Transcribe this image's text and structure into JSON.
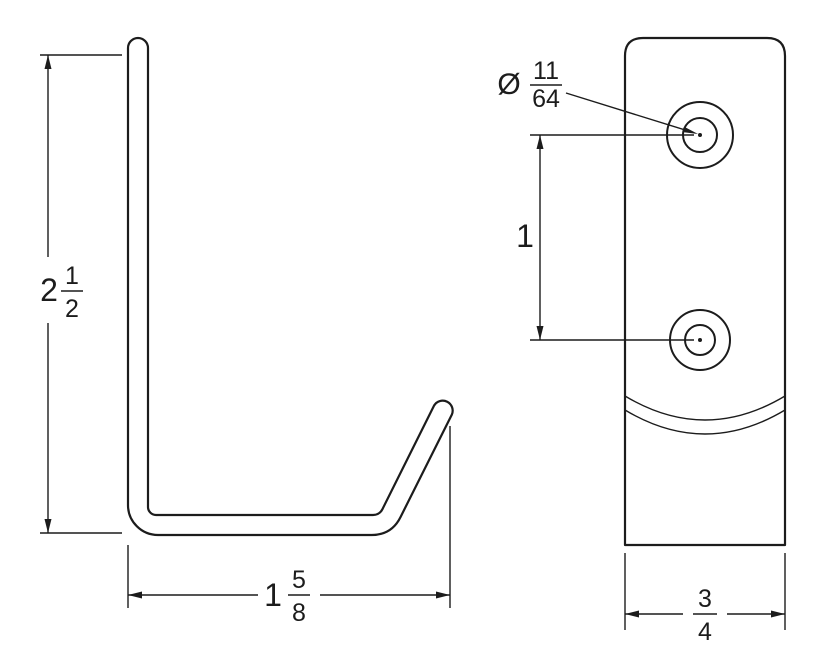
{
  "drawing": {
    "kind": "technical-drawing-two-views",
    "background_color": "#ffffff",
    "line_color": "#1c1c1c"
  },
  "side_view": {
    "height": {
      "whole": "2",
      "num": "1",
      "den": "2"
    },
    "depth": {
      "whole": "1",
      "num": "5",
      "den": "8"
    }
  },
  "front_view": {
    "hole_diameter": {
      "symbol": "Ø",
      "num": "11",
      "den": "64"
    },
    "hole_spacing": "1",
    "width": {
      "num": "3",
      "den": "4"
    }
  }
}
